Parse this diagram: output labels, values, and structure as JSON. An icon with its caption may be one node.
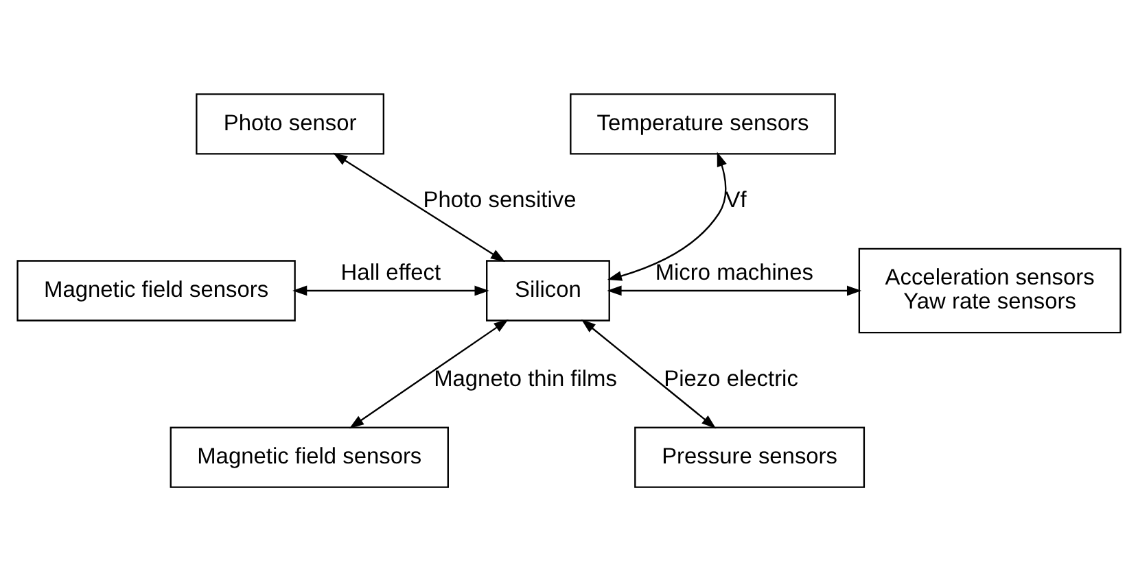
{
  "diagram": {
    "nodes": [
      {
        "text": [
          "Photo sensor"
        ]
      },
      {
        "text": [
          "Temperature sensors"
        ]
      },
      {
        "text": [
          "Magnetic field sensors"
        ]
      },
      {
        "text": [
          "Silicon"
        ]
      },
      {
        "text": [
          "Acceleration sensors",
          "Yaw rate sensors"
        ]
      },
      {
        "text": [
          "Magnetic field sensors"
        ]
      },
      {
        "text": [
          "Pressure sensors"
        ]
      }
    ],
    "edges": [
      {
        "from": 3,
        "to": 0,
        "arrow": "both",
        "label": "Photo sensitive"
      },
      {
        "from": 3,
        "to": 1,
        "arrow": "both",
        "label": "Vf"
      },
      {
        "from": 3,
        "to": 2,
        "arrow": "both",
        "label": "Hall effect"
      },
      {
        "from": 3,
        "to": 4,
        "arrow": "both",
        "label": "Micro machines"
      },
      {
        "from": 3,
        "to": 5,
        "arrow": "both",
        "label": "Magneto thin films"
      },
      {
        "from": 3,
        "to": 6,
        "arrow": "both",
        "label": "Piezo electric"
      }
    ]
  }
}
